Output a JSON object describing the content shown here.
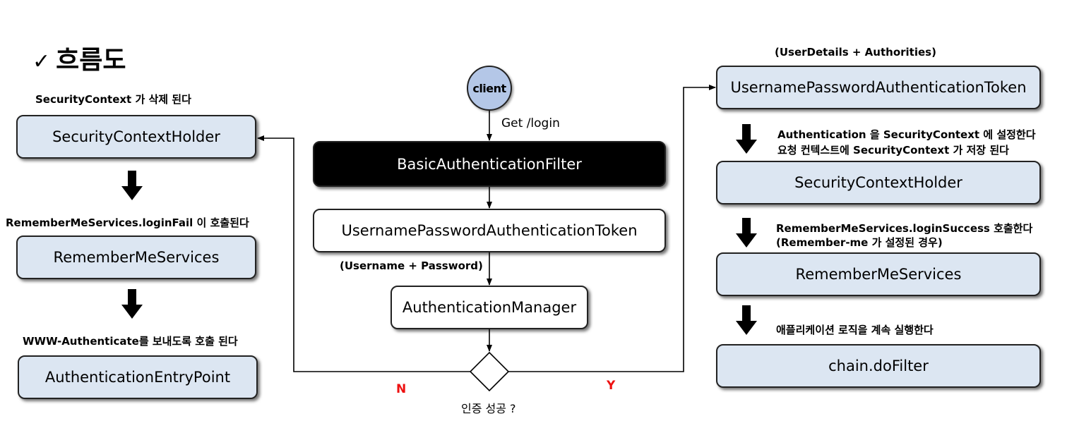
{
  "title": {
    "check": "✓",
    "text": "흐름도"
  },
  "center": {
    "client": "client",
    "get_login": "Get /login",
    "filter": "BasicAuthenticationFilter",
    "token": "UsernamePasswordAuthenticationToken",
    "token_note": "(Username + Password)",
    "manager": "AuthenticationManager",
    "decision": "인증 성공 ?",
    "no": "N",
    "yes": "Y"
  },
  "left": {
    "note1": "SecurityContext 가 삭제 된다",
    "box1": "SecurityContextHolder",
    "note2": "RememberMeServices.loginFail 이 호출된다",
    "box2": "RememberMeServices",
    "note3": "WWW-Authenticate를 보내도록 호출 된다",
    "box3": "AuthenticationEntryPoint"
  },
  "right": {
    "note0": "(UserDetails + Authorities)",
    "box0": "UsernamePasswordAuthenticationToken",
    "note1a": "Authentication 을 SecurityContext 에 설정한다",
    "note1b": "요청 컨텍스트에 SecurityContext 가 저장 된다",
    "box1": "SecurityContextHolder",
    "note2a": "RememberMeServices.loginSuccess 호출한다",
    "note2b": "(Remember-me 가 설정된 경우)",
    "box2": "RememberMeServices",
    "note3": "애플리케이션 로직을 계속 실행한다",
    "box3": "chain.doFilter"
  },
  "colors": {
    "box_fill": "#dce6f2",
    "client_fill": "#b4c7e7",
    "branch_label": "#ee1111"
  }
}
